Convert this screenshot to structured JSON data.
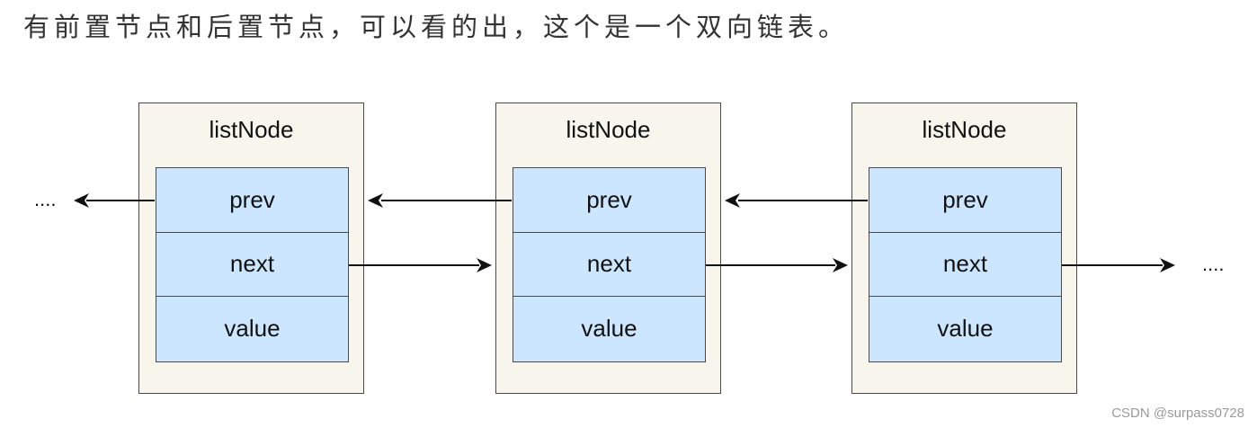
{
  "intro_text": "有前置节点和后置节点，可以看的出，这个是一个双向链表。",
  "nodes": [
    {
      "title": "listNode",
      "fields": [
        "prev",
        "next",
        "value"
      ]
    },
    {
      "title": "listNode",
      "fields": [
        "prev",
        "next",
        "value"
      ]
    },
    {
      "title": "listNode",
      "fields": [
        "prev",
        "next",
        "value"
      ]
    }
  ],
  "left_ellipsis": "....",
  "right_ellipsis": "....",
  "watermark": "CSDN @surpass0728"
}
